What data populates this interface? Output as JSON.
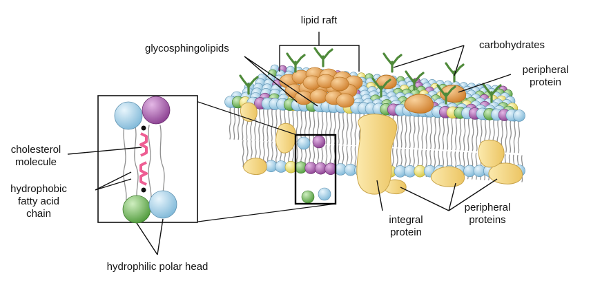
{
  "labels": {
    "lipid_raft": "lipid raft",
    "glycosphingolipids": "glycosphingolipids",
    "carbohydrates": "carbohydrates",
    "peripheral_protein_line1": "peripheral",
    "peripheral_protein_line2": "protein",
    "cholesterol_line1": "cholesterol",
    "cholesterol_line2": "molecule",
    "hydrophobic_line1": "hydrophobic",
    "hydrophobic_line2": "fatty acid",
    "hydrophobic_line3": "chain",
    "integral_line1": "integral",
    "integral_line2": "protein",
    "peripheral_proteins_line1": "peripheral",
    "peripheral_proteins_line2": "proteins",
    "hydrophilic_head": "hydrophilic polar head"
  },
  "colors": {
    "head_blue": "#a9d3ea",
    "head_purple": "#b068b4",
    "head_green": "#86c56a",
    "head_yellow": "#f3ea7a",
    "raft_orange": "#e9a24f",
    "protein_yellow": "#f7dd8c",
    "carb_green": "#4f8a3a",
    "cholesterol_pink": "#ee5e93",
    "line": "#111111"
  }
}
